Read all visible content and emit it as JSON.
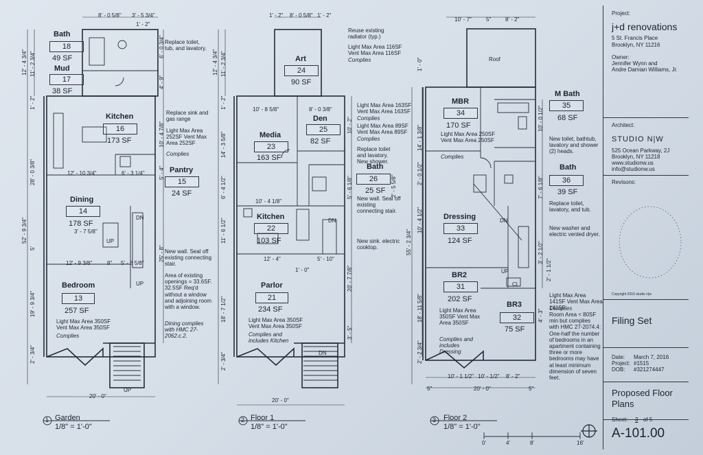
{
  "project": {
    "label": "Project:",
    "name": "j+d renovations",
    "address1": "5 St. Francis Place",
    "address2": "Brooklyn, NY 11216",
    "owner_label": "Owner:",
    "owner1": "Jennifer Wynn and",
    "owner2": "Andre Damian Williams, Jr."
  },
  "architect": {
    "label": "Architect:",
    "logo": "STUDIO N|W",
    "address1": "525 Ocean Parkway, 2J",
    "address2": "Brooklyn, NY 11218",
    "web": "www.studionw.us",
    "email": "info@studionw.us"
  },
  "revisions_label": "Revisons:",
  "copyright": "Copyright 2016 studio n|w",
  "set_name": "Filing Set",
  "info": {
    "date_label": "Date:",
    "date": "March 7, 2016",
    "project_label": "Project:",
    "project": "#1515",
    "dob_label": "DOB:",
    "dob": "#321274447"
  },
  "sheet_title1": "Proposed Floor",
  "sheet_title2": "Plans",
  "sheet_label": "Sheet:",
  "sheet_num": "3",
  "sheet_of": "of 5",
  "sheet_id": "A-101.00",
  "scale_bar": [
    "0'",
    "4'",
    "8'",
    "16'"
  ],
  "plans": [
    {
      "num": "1",
      "name": "Garden",
      "scale": "1/8\" = 1'-0\""
    },
    {
      "num": "2",
      "name": "Floor 1",
      "scale": "1/8\" = 1'-0\""
    },
    {
      "num": "3",
      "name": "Floor 2",
      "scale": "1/8\" = 1'-0\""
    }
  ],
  "rooms": {
    "bath_g": {
      "name": "Bath",
      "num": "18",
      "area": "49 SF"
    },
    "mud": {
      "name": "Mud",
      "num": "17",
      "area": "38 SF"
    },
    "kitchen_g": {
      "name": "Kitchen",
      "num": "16",
      "area": "173 SF"
    },
    "pantry": {
      "name": "Pantry",
      "num": "15",
      "area": "24 SF"
    },
    "dining": {
      "name": "Dining",
      "num": "14",
      "area": "178 SF"
    },
    "bedroom": {
      "name": "Bedroom",
      "num": "13",
      "area": "257 SF"
    },
    "art": {
      "name": "Art",
      "num": "24",
      "area": "90 SF"
    },
    "media": {
      "name": "Media",
      "num": "23",
      "area": "163 SF"
    },
    "den": {
      "name": "Den",
      "num": "25",
      "area": "82 SF"
    },
    "bath_1": {
      "name": "Bath",
      "num": "26",
      "area": "25 SF"
    },
    "kitchen_1": {
      "name": "Kitchen",
      "num": "22",
      "area": "103 SF"
    },
    "parlor": {
      "name": "Parlor",
      "num": "21",
      "area": "234 SF"
    },
    "mbr": {
      "name": "MBR",
      "num": "34",
      "area": "170 SF"
    },
    "mbath": {
      "name": "M Bath",
      "num": "35",
      "area": "68 SF"
    },
    "bath_2": {
      "name": "Bath",
      "num": "36",
      "area": "39 SF"
    },
    "dressing": {
      "name": "Dressing",
      "num": "33",
      "area": "124 SF"
    },
    "br2": {
      "name": "BR2",
      "num": "31",
      "area": "202 SF"
    },
    "br3": {
      "name": "BR3",
      "num": "32",
      "area": "75 SF"
    }
  },
  "notes": {
    "g_toilet": "Replace toilet, tub, and lavatory.",
    "g_sink": "Replace sink and gas range",
    "g_kitchen_light": "Light Max Area 252SF Vent Max Area 252SF",
    "complies": "Complies",
    "g_wall": "New wall.  Seal off existing connecting stair.",
    "g_openings": "Area of existing openings = 33.6SF.  32.5SF Req'd without a window and adjoining room with a window.",
    "g_dining_complies": "Dining complies with HMC 27-2062.c.2.",
    "g_bed_light": "Light Max Area 350SF Vent Max Area 350SF",
    "f1_radiator": "Reuse existing radiator (typ.)",
    "f1_art_light": "Light Max Area 116SF Vent Max Area 116SF",
    "f1_media_light": "Light Max Area 163SF Vent Max Area 163SF",
    "f1_den_light": "Light Max Area 89SF Vent Max Area 89SF",
    "f1_toilet": "Replace toilet and lavatory.  New shower.",
    "f1_wall": "New wall.  Seal off existing connecting stair.",
    "f1_sink": "New sink.  electric cooktop.",
    "f1_parlor_light": "Light Max Area 350SF Vent Max Area 350SF",
    "f1_parlor_complies": "Complies and includes Kitchen",
    "roof": "Roof",
    "f2_mbr_light": "Light Max Area 250SF Vent Max Area 250SF",
    "f2_mbath": "New toilet, bathtub, lavatory and shower (2) heads.",
    "f2_bath": "Replace toilet, lavatory, and tub.",
    "f2_washer": "New washer and electric vented dryer.",
    "f2_br2_light": "Light Max Area 350SF Vent Max Area 350SF",
    "f2_br2_complies": "Complies and includes Dressing",
    "f2_br3_light": "Light Max Area 141SF Vent Max Area 141SF",
    "f2_br3_note": "Room Area < 80SF min but complies with HMC 27-2074.4: One-half the number of bedrooms in an apartment containing three or more bedrooms may have at least minimum dimension of seven feet."
  },
  "tags": {
    "dn": "DN",
    "up": "UP",
    "cl": "CL"
  },
  "dims": {
    "g_top1": "8' - 0 5/8\"",
    "g_top2": "3' - 5 3/4\"",
    "g_top3": "1' - 2\"",
    "g_bottom": "20' - 0\"",
    "g_k1": "12' - 10 3/4\"",
    "g_k2": "6' - 3 1/4\"",
    "g_d1": "3' - 7 5/8\"",
    "g_d2": "12' - 9 3/8\"",
    "g_d3": "8\"",
    "g_d4": "5' - 8 5/8\"",
    "g_left1": "12' - 4 3/4\"",
    "g_left2": "11' - 2 3/4\"",
    "g_left3": "28' - 0 3/8\"",
    "g_left4": "52' - 9 3/4\"",
    "g_left5": "19' - 9 3/4\"",
    "g_left6": "2' - 3/4\"",
    "g_left7": "1' - 2\"",
    "g_left8": "5'",
    "g_right1": "6' - 0 3/4\"",
    "g_right2": "4' - 9\"",
    "g_right3": "10' - 4 7/8\"",
    "g_right4": "5' - 4\"",
    "g_right5": "25' - 8\"",
    "f1_top1": "1' - 2\"",
    "f1_top2": "8' - 0 5/8\"",
    "f1_top3": "1' - 2\"",
    "f1_media1": "10' - 8 5/8\"",
    "f1_media2": "8' - 0 3/8\"",
    "f1_k1": "10' - 4 1/8\"",
    "f1_p1": "12' - 4\"",
    "f1_p2": "1' - 0\"",
    "f1_p3": "5' - 10\"",
    "f1_bottom": "20' - 0\"",
    "f1_left1": "12' - 4 3/4\"",
    "f1_left2": "11' - 2 3/4\"",
    "f1_left3": "14' - 3 5/8\"",
    "f1_left4": "6' - 4 1/2\"",
    "f1_left5": "11' - 6 1/2\"",
    "f1_left6": "18' - 7 1/2\"",
    "f1_left7": "2' - 3/4\"",
    "f1_left8": "1' - 2\"",
    "f1_right1": "10' - 2\"",
    "f1_right2": "5' - 6 1/8\"",
    "f1_right3": "20' - 7 7/8\"",
    "f1_right4": "3' - 5\"",
    "f1_right5": "2' - 5 5/8\"",
    "f2_top1": "10' - 7\"",
    "f2_top2": "5\"",
    "f2_top3": "8' - 2\"",
    "f2_bottom1": "10' - 1 1/2\"",
    "f2_bottom2": "10' - 1/2\"",
    "f2_bottom3": "8' - 2\"",
    "f2_bottom4": "20' - 0\"",
    "f2_b5": "5\"",
    "f2_left1": "55' - 2 3/4\"",
    "f2_left2": "14' - 1 3/8\"",
    "f2_left3": "2' - 0 1/2\"",
    "f2_left4": "10' - 4 1/2\"",
    "f2_left5": "18' - 11 5/8\"",
    "f2_left6": "2' - 2 3/4\"",
    "f2_left7": "1' - 0\"",
    "f2_right1": "10' - 0 1/2\"",
    "f2_right2": "7' - 6 1/8\"",
    "f2_right3": "3' - 2 1/2\"",
    "f2_right4": "2' - 1 1/2\"",
    "f2_right5": "4' - 3\""
  }
}
